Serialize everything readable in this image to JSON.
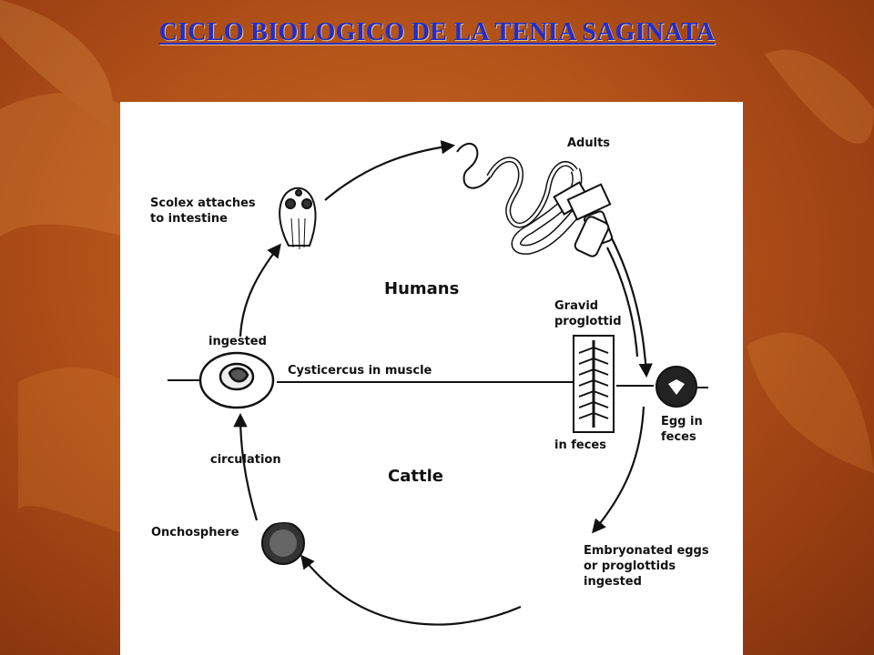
{
  "slide": {
    "title": "CICLO BIOLOGICO DE LA TENIA SAGINATA"
  },
  "diagram": {
    "labels": {
      "adults": "Adults",
      "scolex": "Scolex attaches\nto intestine",
      "humans": "Humans",
      "gravid": "Gravid\nproglottid",
      "ingested": "ingested",
      "cysticercus": "Cysticercus in muscle",
      "egg_in_feces": "Egg in\nfeces",
      "in_feces": "in feces",
      "circulation": "circulation",
      "cattle": "Cattle",
      "onchosphere": "Onchosphere",
      "embryonated": "Embryonated eggs\nor proglottids\ningested"
    }
  }
}
